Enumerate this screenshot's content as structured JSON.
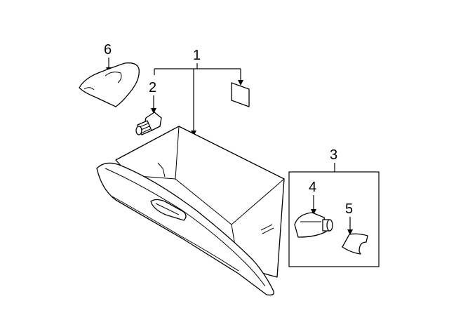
{
  "callouts": {
    "c1": "1",
    "c2": "2",
    "c3": "3",
    "c4": "4",
    "c5": "5",
    "c6": "6"
  },
  "parts": {
    "p1": "glove-box-assembly",
    "p2": "bolt",
    "p3": "lamp-assembly-box",
    "p4": "lamp-socket",
    "p5": "bulb-cover",
    "p6": "bracket",
    "label": "label-tag"
  }
}
